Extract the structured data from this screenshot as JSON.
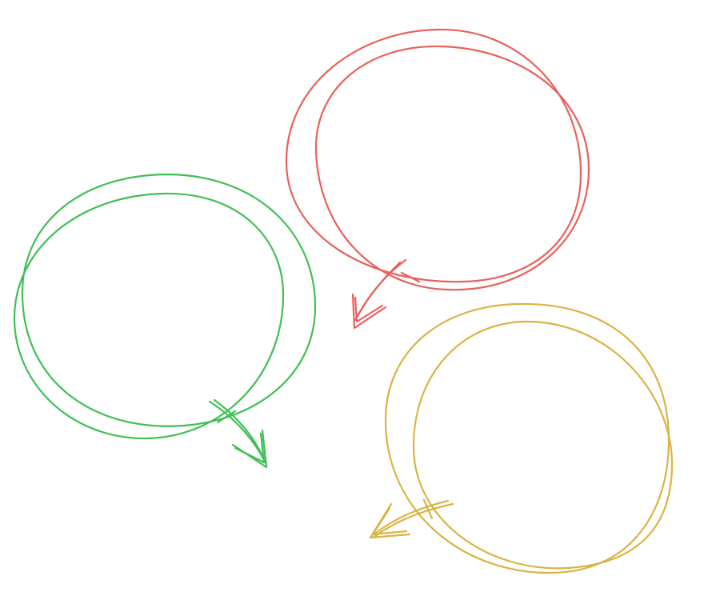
{
  "diagram": {
    "background": "#ffffff",
    "shapes": [
      {
        "id": "red",
        "kind": "sketch-circle-with-arrow",
        "color": "#e8605c",
        "arrow_direction": "down-left"
      },
      {
        "id": "green",
        "kind": "sketch-circle-with-arrow",
        "color": "#3fbf55",
        "arrow_direction": "down-right"
      },
      {
        "id": "yellow",
        "kind": "sketch-circle-with-arrow",
        "color": "#d9b444",
        "arrow_direction": "left"
      }
    ]
  }
}
